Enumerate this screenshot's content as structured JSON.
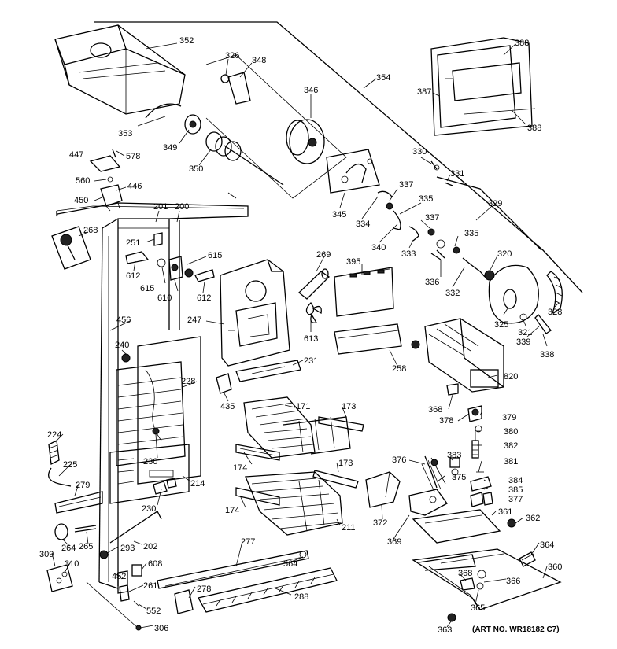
{
  "diagram": {
    "labels": {
      "p352": "352",
      "p326": "326",
      "p348": "348",
      "p346": "346",
      "p354": "354",
      "p387": "387",
      "p388a": "388",
      "p388b": "388",
      "p353": "353",
      "p349": "349",
      "p350": "350",
      "p447": "447",
      "p578": "578",
      "p560": "560",
      "p446": "446",
      "p450": "450",
      "p330": "330",
      "p331": "331",
      "p337a": "337",
      "p335a": "335",
      "p329": "329",
      "p345": "345",
      "p334": "334",
      "p340": "340",
      "p337b": "337",
      "p333": "333",
      "p335b": "335",
      "p201": "201",
      "p200": "200",
      "p268": "268",
      "p251": "251",
      "p615a": "615",
      "p612a": "612",
      "p615b": "615",
      "p610": "610",
      "p612b": "612",
      "p269": "269",
      "p395": "395",
      "p320": "320",
      "p336": "336",
      "p332": "332",
      "p328": "328",
      "p325": "325",
      "p321": "321",
      "p339": "339",
      "p338": "338",
      "p456": "456",
      "p247": "247",
      "p613": "613",
      "p240": "240",
      "p231": "231",
      "p258": "258",
      "p820": "820",
      "p228": "228",
      "p435": "435",
      "p171": "171",
      "p173a": "173",
      "p368a": "368",
      "p378": "378",
      "p379": "379",
      "p380": "380",
      "p382": "382",
      "p224": "224",
      "p230a": "230",
      "p376": "376",
      "p383": "383",
      "p381": "381",
      "p225": "225",
      "p174a": "174",
      "p173b": "173",
      "p375": "375",
      "p384": "384",
      "p279": "279",
      "p214": "214",
      "p385": "385",
      "p377": "377",
      "p230b": "230",
      "p174b": "174",
      "p372": "372",
      "p361": "361",
      "p362": "362",
      "p211": "211",
      "p264": "264",
      "p265": "265",
      "p369": "369",
      "p293": "293",
      "p202": "202",
      "p277": "277",
      "p364": "364",
      "p309": "309",
      "p310": "310",
      "p608": "608",
      "p564": "564",
      "p360": "360",
      "p452": "452",
      "p261": "261",
      "p278": "278",
      "p368b": "368",
      "p366": "366",
      "p552": "552",
      "p288": "288",
      "p365": "365",
      "p306": "306",
      "p363": "363"
    },
    "credit": "(ART NO. WR18182 C7)"
  }
}
